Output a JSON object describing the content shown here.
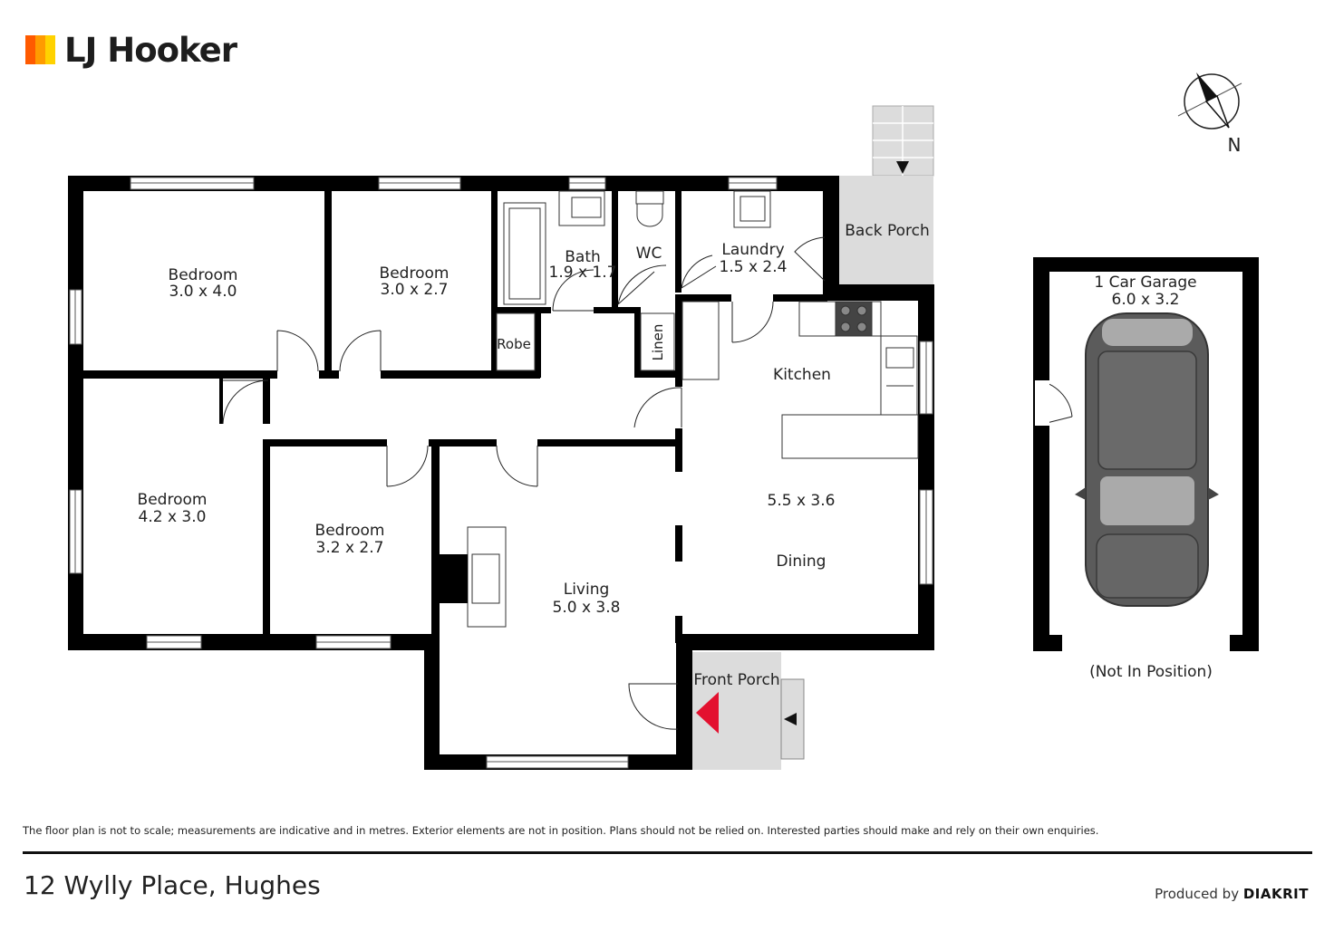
{
  "brand": {
    "name": "LJ Hooker",
    "bar_colors": [
      "#ff5a00",
      "#ff9b00",
      "#ffd200"
    ]
  },
  "compass": {
    "label": "N"
  },
  "rooms": {
    "bed1": {
      "name": "Bedroom",
      "dims": "3.0 x 4.0"
    },
    "bed2": {
      "name": "Bedroom",
      "dims": "3.0 x 2.7"
    },
    "bath": {
      "name": "Bath",
      "dims": "1.9 x 1.7"
    },
    "wc": {
      "name": "WC"
    },
    "laundry": {
      "name": "Laundry",
      "dims": "1.5 x 2.4"
    },
    "back_porch": {
      "name": "Back Porch"
    },
    "robe": {
      "name": "Robe"
    },
    "linen": {
      "name": "Linen"
    },
    "kitchen": {
      "name": "Kitchen"
    },
    "bed3": {
      "name": "Bedroom",
      "dims": "4.2 x 3.0"
    },
    "bed4": {
      "name": "Bedroom",
      "dims": "3.2 x 2.7"
    },
    "living": {
      "name": "Living",
      "dims": "5.0 x 3.8"
    },
    "dining": {
      "name": "Dining",
      "dims": "5.5 x 3.6"
    },
    "front_porch": {
      "name": "Front Porch"
    },
    "garage": {
      "name": "1 Car Garage",
      "dims": "6.0 x 3.2",
      "note": "(Not In Position)"
    }
  },
  "colors": {
    "wall": "#000000",
    "porch": "#dcdcdc",
    "entry": "#e3112f",
    "car": "#5b5b5b"
  },
  "disclaimer": "The floor plan is not to scale; measurements are indicative and in metres. Exterior elements are not in position. Plans should not be relied on. Interested parties should make and rely on their own enquiries.",
  "address": "12 Wylly Place, Hughes",
  "producer": {
    "prefix": "Produced by",
    "name": "DIAKRIT"
  }
}
